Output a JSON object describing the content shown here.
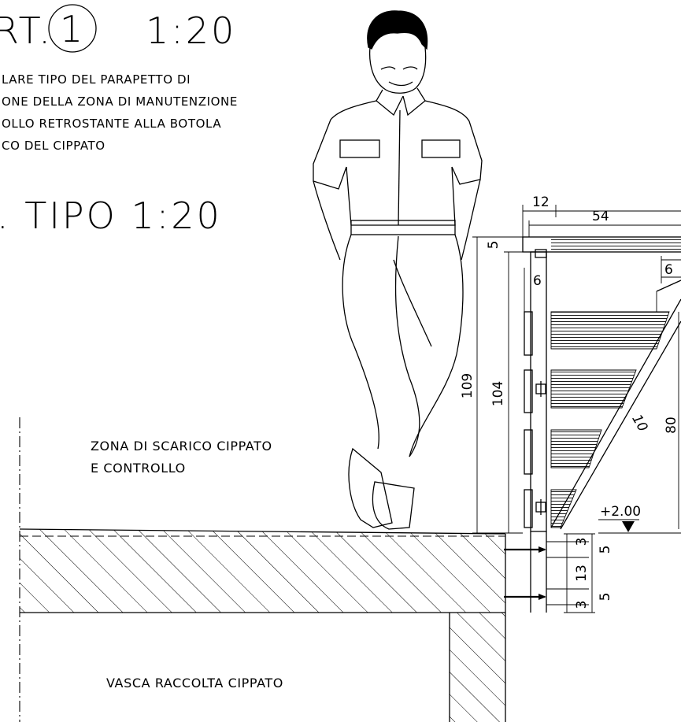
{
  "title_detail": {
    "prefix": "RT.",
    "number": "1",
    "scale": "1:20"
  },
  "title_section": {
    "text": ". TIPO  1:20"
  },
  "note_lines": [
    "LARE  TIPO  DEL  PARAPETTO  DI",
    "ONE DELLA ZONA DI MANUTENZIONE",
    "OLLO RETROSTANTE ALLA BOTOLA",
    "CO DEL CIPPATO"
  ],
  "zone_upper": {
    "line1": "ZONA DI SCARICO CIPPATO",
    "line2": "E CONTROLLO"
  },
  "zone_lower": {
    "text": "VASCA RACCOLTA CIPPATO"
  },
  "dimensions": {
    "post_width": "12",
    "top_depth": "54",
    "rail_thick": "5",
    "inner_offset": "6",
    "outer_offset": "6",
    "total_height": "109",
    "rail_height": "104",
    "brace": "10",
    "vertical_right": "80",
    "slab_a": "3",
    "slab_b": "5",
    "slab_c": "13",
    "slab_d": "5",
    "slab_e": "3",
    "level": "+2.00"
  }
}
